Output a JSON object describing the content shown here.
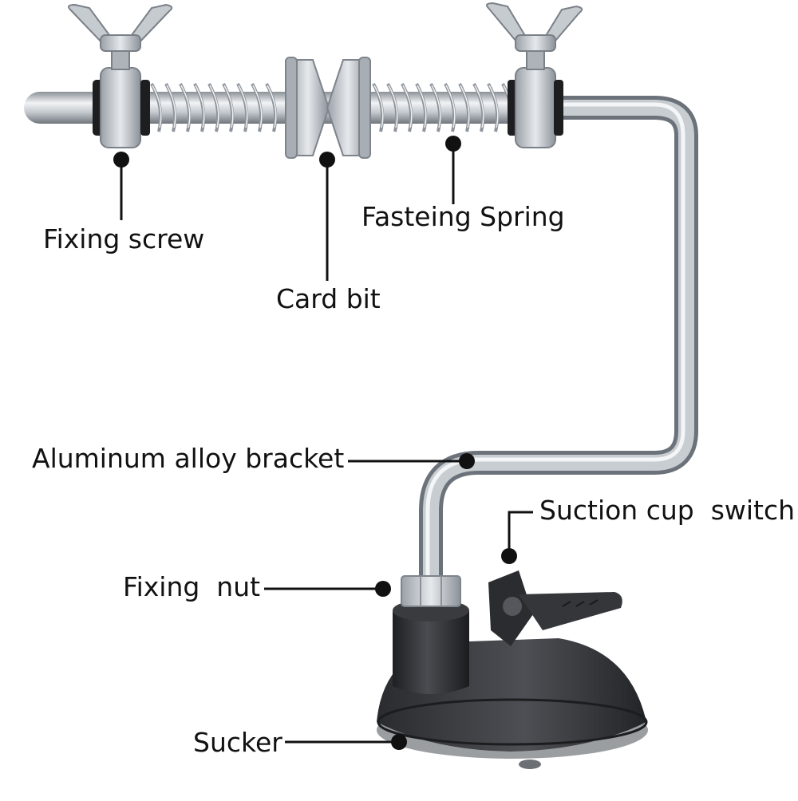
{
  "labels": {
    "fixing_screw": "Fixing screw",
    "card_bit": "Card bit",
    "fasteing_spring": "Fasteing Spring",
    "bracket": "Aluminum alloy bracket",
    "suction_switch": "Suction cup  switch",
    "fixing_nut": "Fixing  nut",
    "sucker": "Sucker"
  },
  "colors": {
    "metal": "#b9bec4",
    "metal_dark": "#7d848c",
    "metal_light": "#eef0f2",
    "plastic": "#2f3033",
    "plastic_light": "#55575c",
    "pointer": "#111111"
  }
}
